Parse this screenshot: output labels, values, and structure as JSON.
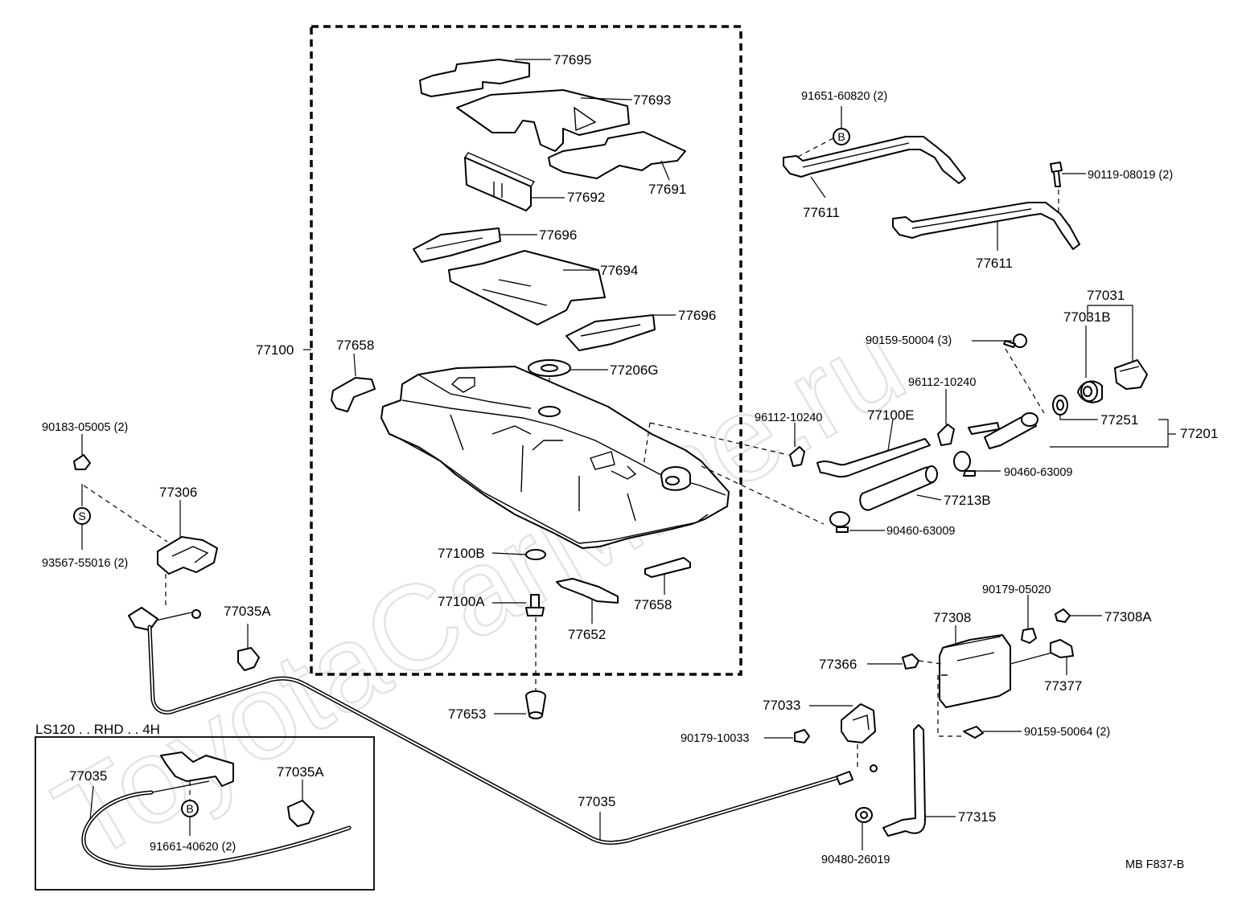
{
  "watermark": "ToyotaCarMine.ru",
  "footer_code": "MB  F837-B",
  "inset_title": "LS120 . . RHD . . 4H",
  "markers": {
    "b": "B",
    "s": "S"
  },
  "labels": {
    "p77695": "77695",
    "p77693": "77693",
    "p77691": "77691",
    "p77692": "77692",
    "p77696a": "77696",
    "p77694": "77694",
    "p77696b": "77696",
    "p77100": "77100",
    "p77658a": "77658",
    "p77206g": "77206G",
    "p77100b": "77100B",
    "p77100a": "77100A",
    "p77652": "77652",
    "p77658b": "77658",
    "p77653": "77653",
    "p90183": "90183-05005 (2)",
    "p77306": "77306",
    "p93567": "93567-55016 (2)",
    "p77035a_main": "77035A",
    "p91651": "91651-60820 (2)",
    "p77611a": "77611",
    "p90119": "90119-08019 (2)",
    "p77611b": "77611",
    "p77031": "77031",
    "p77031b": "77031B",
    "p90159_50004": "90159-50004 (3)",
    "p96112a": "96112-10240",
    "p96112b": "96112-10240",
    "p77100e": "77100E",
    "p77251": "77251",
    "p77201": "77201",
    "p90460a": "90460-63009",
    "p77213b": "77213B",
    "p90460b": "90460-63009",
    "p90179_05020": "90179-05020",
    "p77308": "77308",
    "p77308a": "77308A",
    "p77366": "77366",
    "p77377": "77377",
    "p77033": "77033",
    "p90179_10033": "90179-10033",
    "p90159_50064": "90159-50064 (2)",
    "p77315": "77315",
    "p90480": "90480-26019",
    "p77035_main": "77035",
    "p77035_inset": "77035",
    "p77035a_inset": "77035A",
    "p91661": "91661-40620 (2)"
  }
}
